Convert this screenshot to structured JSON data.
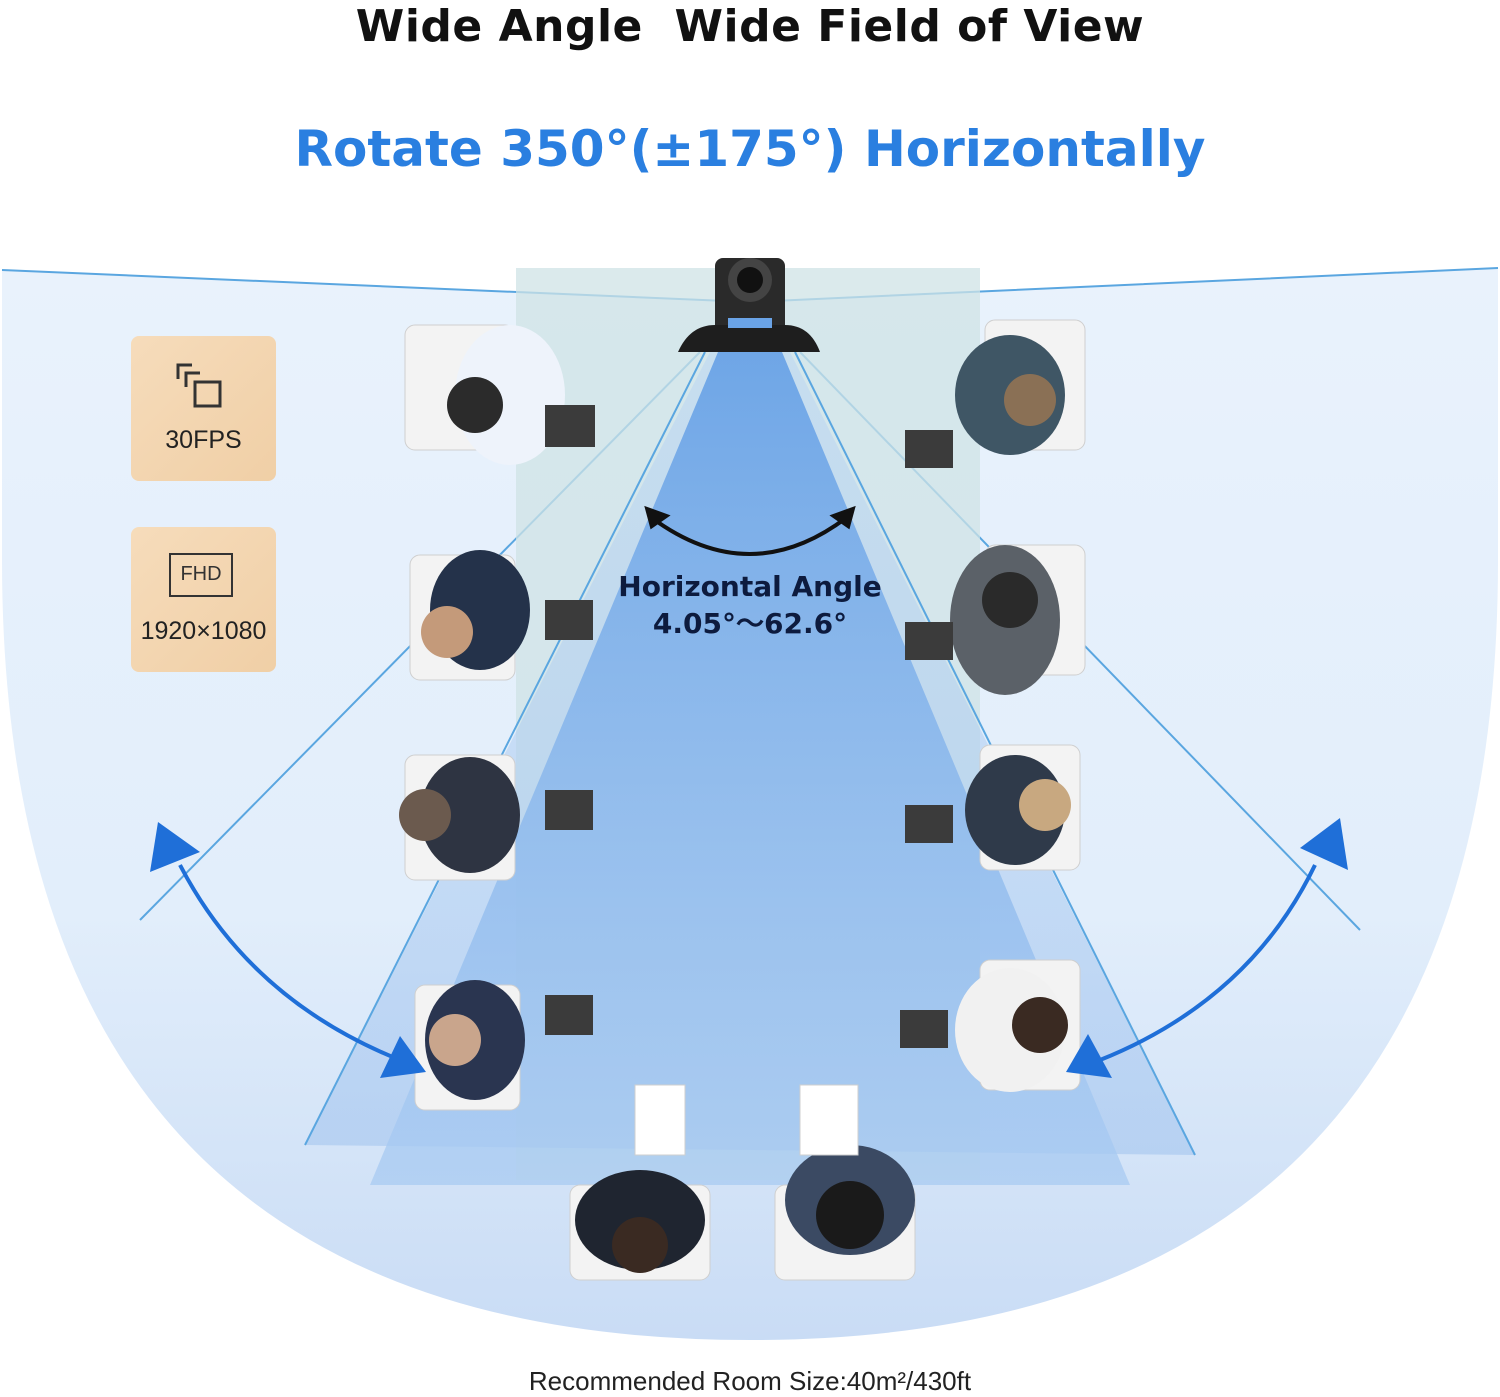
{
  "title": "Wide Angle  Wide Field of View",
  "subtitle": "Rotate 350°(±175°) Horizontally",
  "badges": {
    "fps": {
      "label": "30FPS",
      "icon": "stacked-frames-icon"
    },
    "resolution": {
      "box": "FHD",
      "label": "1920×1080",
      "icon": "fhd-box-icon"
    }
  },
  "angle": {
    "line1": "Horizontal Angle",
    "line2": "4.05°～62.6°"
  },
  "footer": "Recommended Room Size:40m²/430ft",
  "colors": {
    "accent_blue": "#2a7fe0",
    "arrow_blue": "#1f6fd8",
    "field_light": "#e6f0fb",
    "beam_blue": "#7fb1e9",
    "badge_tan": "#f3d5b0"
  }
}
